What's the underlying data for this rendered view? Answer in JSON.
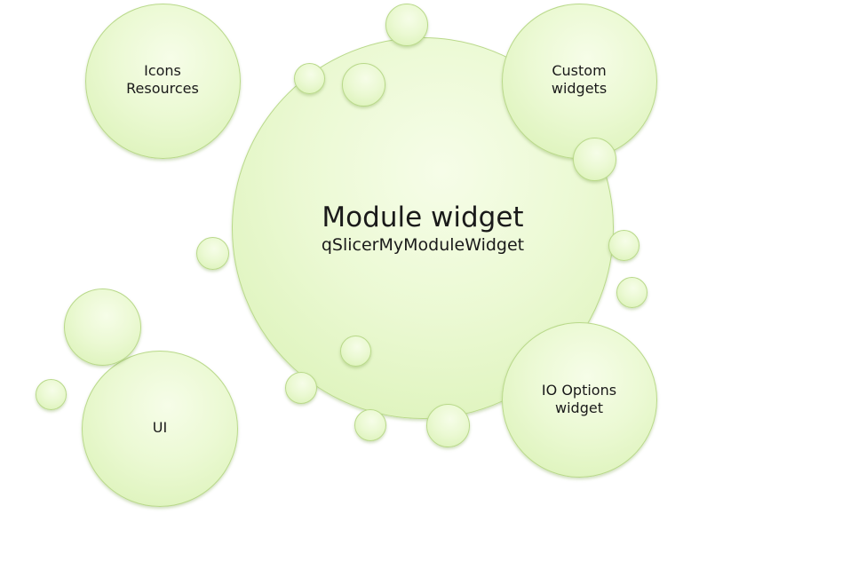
{
  "diagram": {
    "main": {
      "title": "Module widget",
      "subtitle": "qSlicerMyModuleWidget"
    },
    "satellites": {
      "icons": {
        "line1": "Icons",
        "line2": "Resources"
      },
      "custom": {
        "line1": "Custom",
        "line2": "widgets"
      },
      "io": {
        "line1": "IO Options",
        "line2": "widget"
      },
      "ui": {
        "line1": "UI"
      }
    }
  }
}
